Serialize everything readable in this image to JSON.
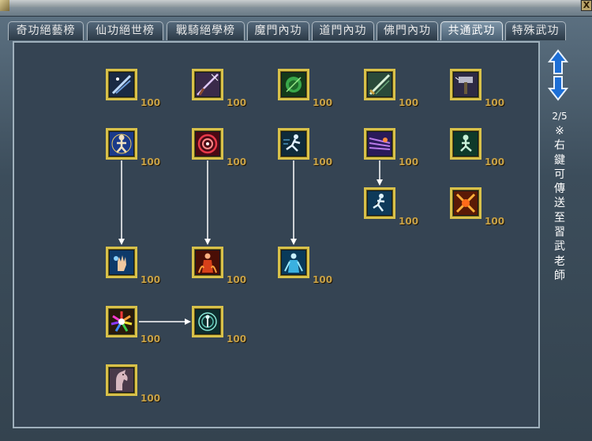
{
  "window": {
    "close_label": "X"
  },
  "tabs": [
    {
      "label": "奇功絕藝榜",
      "active": false
    },
    {
      "label": "仙功絕世榜",
      "active": false
    },
    {
      "label": "戰騎絕學榜",
      "active": false
    },
    {
      "label": "魔門內功",
      "active": false
    },
    {
      "label": "道門內功",
      "active": false
    },
    {
      "label": "佛門內功",
      "active": false
    },
    {
      "label": "共通武功",
      "active": true
    },
    {
      "label": "特殊武功",
      "active": false
    }
  ],
  "pager": {
    "indicator": "2/5",
    "up_icon": "arrow-up-icon",
    "down_icon": "arrow-down-icon"
  },
  "note": "※右鍵可傳送至習武老師",
  "skills": [
    {
      "id": "r1c1",
      "level": "100",
      "icon": "blade-slash-icon",
      "color": "#7aa6d8"
    },
    {
      "id": "r1c2",
      "level": "100",
      "icon": "dagger-strike-icon",
      "color": "#c07ad8"
    },
    {
      "id": "r1c3",
      "level": "100",
      "icon": "green-fist-icon",
      "color": "#4aa84a"
    },
    {
      "id": "r1c4",
      "level": "100",
      "icon": "sword-icon",
      "color": "#5a9a6a"
    },
    {
      "id": "r1c5",
      "level": "100",
      "icon": "hammer-icon",
      "color": "#7c6aa8"
    },
    {
      "id": "r2c1",
      "level": "100",
      "icon": "meditate-icon",
      "color": "#3a6ad0"
    },
    {
      "id": "r2c2",
      "level": "100",
      "icon": "red-spiral-icon",
      "color": "#c8303a"
    },
    {
      "id": "r2c3",
      "level": "100",
      "icon": "dash-kick-icon",
      "color": "#2a5a7a"
    },
    {
      "id": "r2c4",
      "level": "100",
      "icon": "purple-dash-icon",
      "color": "#8a4ab0"
    },
    {
      "id": "r2c5",
      "level": "100",
      "icon": "kneel-icon",
      "color": "#2a8a5a"
    },
    {
      "id": "r3c4",
      "level": "100",
      "icon": "runner-icon",
      "color": "#2a70a0"
    },
    {
      "id": "r3c5",
      "level": "100",
      "icon": "fire-cross-icon",
      "color": "#d06a1a"
    },
    {
      "id": "r4c1",
      "level": "100",
      "icon": "palm-strike-icon",
      "color": "#4a90c8"
    },
    {
      "id": "r4c2",
      "level": "100",
      "icon": "flame-body-icon",
      "color": "#c84a1a"
    },
    {
      "id": "r4c3",
      "level": "100",
      "icon": "ice-body-icon",
      "color": "#3aa0c8"
    },
    {
      "id": "r5c1",
      "level": "100",
      "icon": "rainbow-burst-icon",
      "color": "#e0c040"
    },
    {
      "id": "r5c2",
      "level": "100",
      "icon": "spirit-aura-icon",
      "color": "#3a9a8a"
    },
    {
      "id": "r6c1",
      "level": "100",
      "icon": "horse-icon",
      "color": "#b08a90"
    }
  ]
}
